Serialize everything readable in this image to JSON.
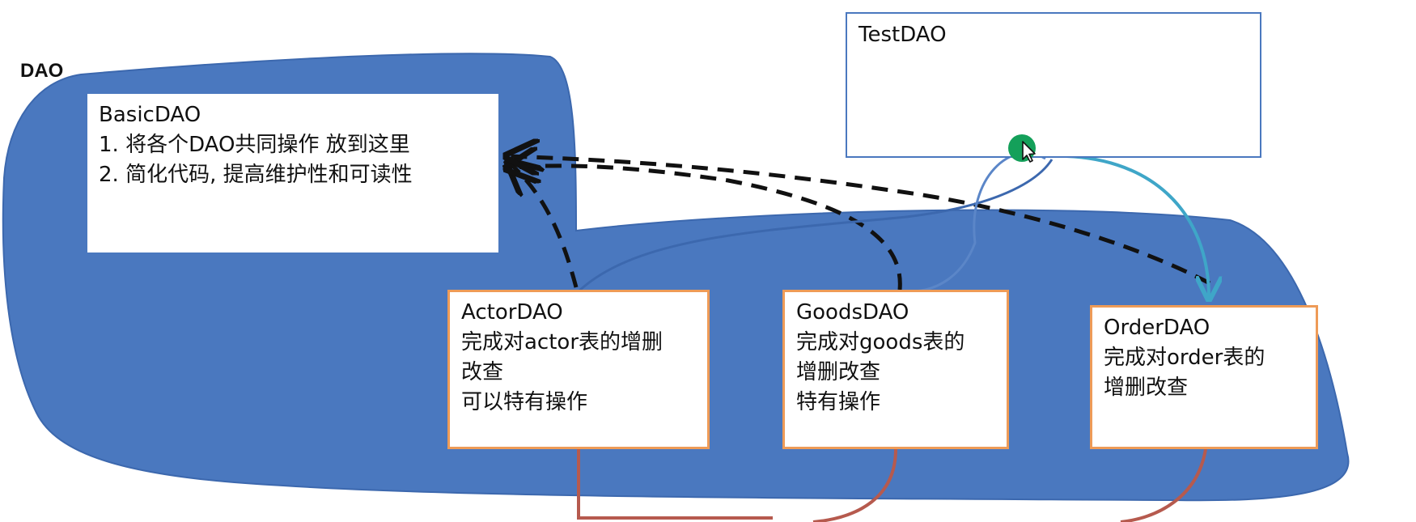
{
  "diagram": {
    "region_label": "DAO",
    "basic_dao": {
      "title": "BasicDAO",
      "lines": [
        "1. 将各个DAO共同操作 放到这里",
        "2.  简化代码, 提高维护性和可读性"
      ]
    },
    "test_dao": {
      "title": "TestDAO"
    },
    "actor_dao": {
      "title": "ActorDAO",
      "lines": [
        "完成对actor表的增删",
        "改查",
        "可以特有操作"
      ]
    },
    "goods_dao": {
      "title": "GoodsDAO",
      "lines": [
        "完成对goods表的",
        "增删改查",
        "特有操作"
      ]
    },
    "order_dao": {
      "title": "OrderDAO",
      "lines": [
        "完成对order表的",
        "增删改查"
      ]
    },
    "colors": {
      "region_fill": "#4a78bf",
      "box_border_orange": "#ee9b57",
      "dashed_arrow": "#111111",
      "blue_connector": "#4a78bf",
      "teal_arrow": "#3fa6c8",
      "red_connector": "#b65a4e",
      "cursor_badge": "#14a05a"
    },
    "icons": [
      "mouse-pointer-icon"
    ]
  }
}
